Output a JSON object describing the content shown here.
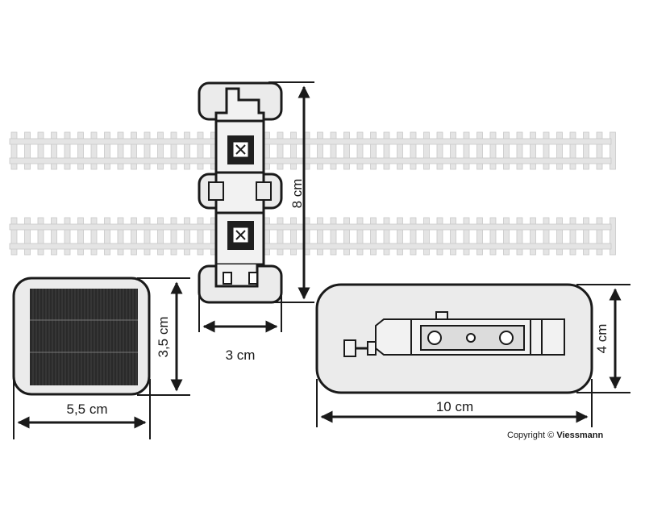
{
  "dimensions": {
    "track_unit_length": "8 cm",
    "track_unit_width": "3 cm",
    "solar_panel_height": "3,5 cm",
    "solar_panel_width": "5,5 cm",
    "control_box_height": "4 cm",
    "control_box_width": "10 cm"
  },
  "copyright": {
    "prefix": "Copyright",
    "symbol": "©",
    "brand": "Viessmann"
  },
  "colors": {
    "outline": "#1a1a1a",
    "housing_fill": "#ebebeb",
    "rail_fill": "#e4e4e4",
    "solar_cell": "#2a2a2a"
  }
}
